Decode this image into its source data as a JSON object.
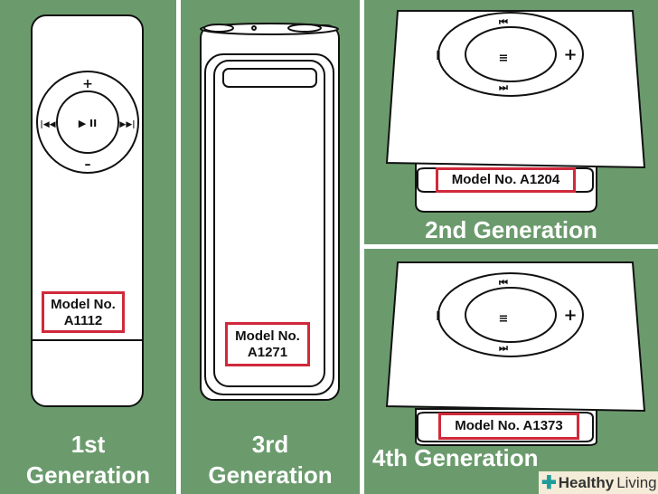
{
  "panels": [
    {
      "model_label": "Model No.",
      "model_number": "A1112",
      "caption_line1": "1st",
      "caption_line2": "Generation"
    },
    {
      "model_label": "Model No.",
      "model_number": "A1271",
      "caption_line1": "3rd",
      "caption_line2": "Generation"
    },
    {
      "model_text": "Model No. A1204",
      "caption": "2nd Generation"
    },
    {
      "model_text": "Model No. A1373",
      "caption": "4th Generation"
    }
  ],
  "watermark": {
    "brand_bold": "Healthy",
    "brand_light": "Living"
  },
  "colors": {
    "background": "#6b9b6d",
    "highlight": "#d0293b"
  }
}
